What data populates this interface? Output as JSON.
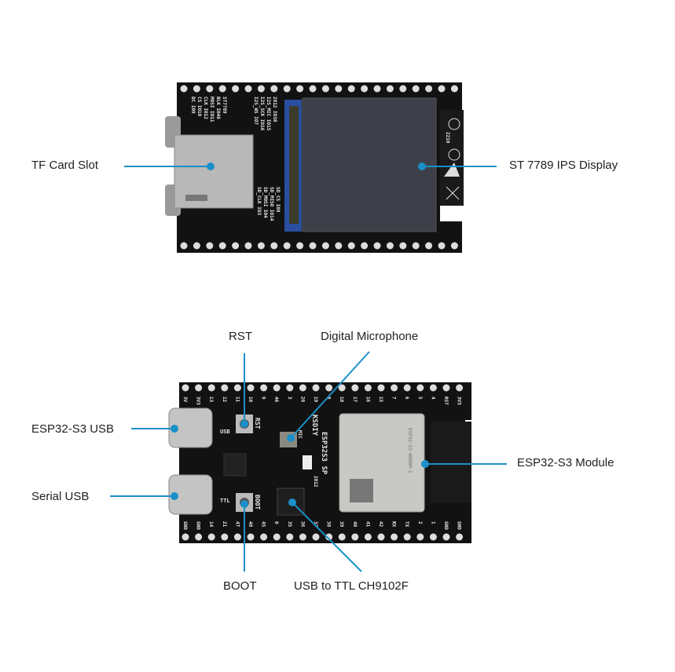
{
  "colors": {
    "callout_line": "#1b8fc8",
    "pcb": "#111111",
    "silkscreen": "#e8e8e8"
  },
  "top_board": {
    "callouts": {
      "tf_card_slot": "TF Card Slot",
      "display": "ST 7789 IPS Display"
    },
    "silkscreen": {
      "lcd_pins": [
        "DC IO9",
        "CS IO10",
        "CLK IO12",
        "MOSI IO11",
        "BLK IO46",
        "ST7789"
      ],
      "i2s_pins": [
        "I2S_WS IO7",
        "I2S_SCK IO16",
        "I2S_MIC IO15",
        "2812 IO38"
      ],
      "sd_pins": [
        "SD_CLK IO3",
        "SD_MOSI IO4",
        "SD_MISO IO14",
        "SD_CS IO8"
      ],
      "date_code": "2210"
    }
  },
  "bottom_board": {
    "callouts": {
      "rst": "RST",
      "digital_microphone": "Digital Microphone",
      "esp32_usb": "ESP32-S3 USB",
      "serial_usb": "Serial USB",
      "module": "ESP32-S3 Module",
      "boot": "BOOT",
      "usb_ttl": "USB to TTL CH9102F"
    },
    "silkscreen": {
      "brand": "KSDIY",
      "board_name": "ESP32S3 SP",
      "rst": "RST",
      "boot": "BOOT",
      "usb": "USB",
      "ttl": "TTL",
      "mic": "MIC",
      "led": "2812",
      "module_text": "ESP32-S3-WROOM-1"
    },
    "top_pins": [
      "3V",
      "3V3",
      "13",
      "12",
      "11",
      "10",
      "9",
      "46",
      "3",
      "20",
      "19",
      "8",
      "18",
      "17",
      "16",
      "15",
      "7",
      "6",
      "5",
      "4",
      "RST",
      "3V3"
    ],
    "bottom_pins": [
      "GND",
      "GND",
      "14",
      "21",
      "47",
      "48",
      "45",
      "0",
      "35",
      "36",
      "37",
      "38",
      "39",
      "40",
      "41",
      "42",
      "RX",
      "TX",
      "2",
      "1",
      "GND",
      "GND"
    ]
  }
}
